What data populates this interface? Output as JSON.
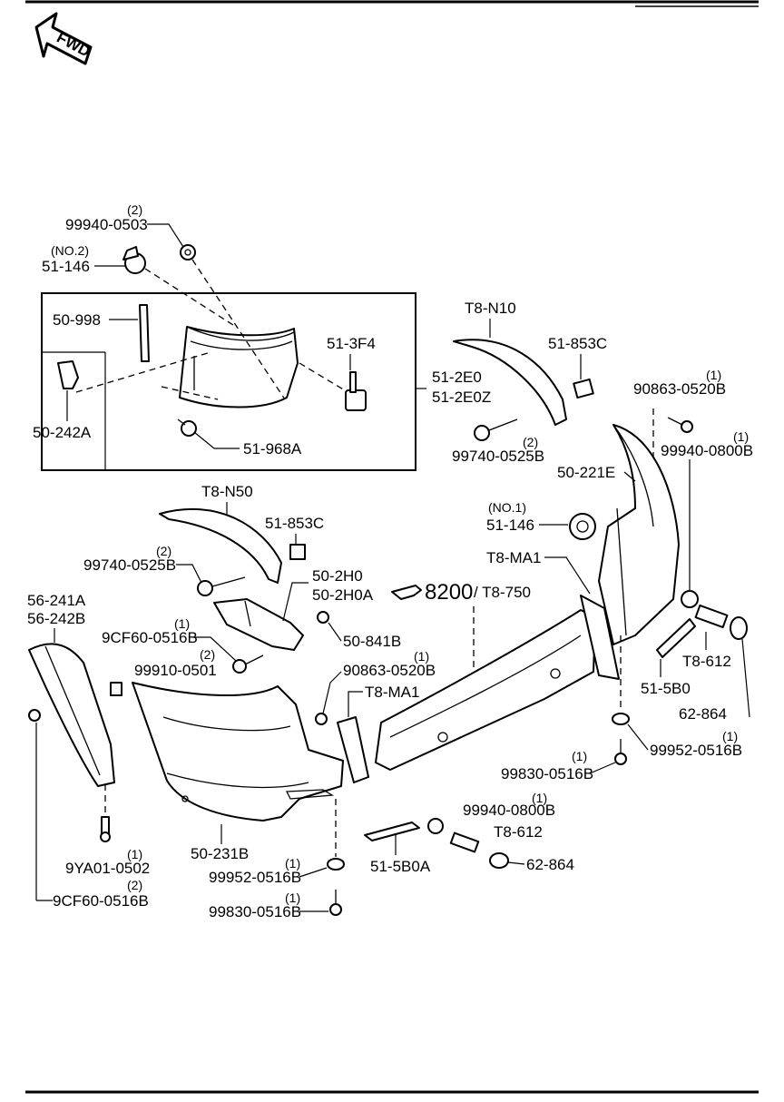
{
  "header": {
    "fwd_label": "FWD"
  },
  "labels": {
    "q_99940_0503": "(2)",
    "p_99940_0503": "99940-0503",
    "q_51_146_a": "(NO.2)",
    "p_51_146_a": "51-146",
    "p_50_998": "50-998",
    "p_51_3F4": "51-3F4",
    "p_51_2E0": "51-2E0",
    "p_51_2E0Z": "51-2E0Z",
    "p_50_242A": "50-242A",
    "p_51_968A": "51-968A",
    "p_T8_N10": "T8-N10",
    "p_51_853C_a": "51-853C",
    "q_90863_a": "(1)",
    "p_90863_a": "90863-0520B",
    "q_99740_a": "(2)",
    "p_99740_a": "99740-0525B",
    "q_99940_0800B_a": "(1)",
    "p_99940_0800B_a": "99940-0800B",
    "p_50_221E": "50-221E",
    "q_51_146_b": "(NO.1)",
    "p_51_146_b": "51-146",
    "p_T8_N50": "T8-N50",
    "p_51_853C_b": "51-853C",
    "q_99740_b": "(2)",
    "p_99740_b": "99740-0525B",
    "p_50_2H0": "50-2H0",
    "p_50_2H0A": "50-2H0A",
    "ref_8200": "8200",
    "ref_T8_750": "/ T8-750",
    "p_T8_MA1_a": "T8-MA1",
    "p_56_241A": "56-241A",
    "p_56_242B": "56-242B",
    "q_9CF60_a": "(1)",
    "p_9CF60_a": "9CF60-0516B",
    "p_50_841B": "50-841B",
    "q_99910": "(2)",
    "p_99910": "99910-0501",
    "q_90863_b": "(1)",
    "p_90863_b": "90863-0520B",
    "p_T8_MA1_b": "T8-MA1",
    "p_T8_612_a": "T8-612",
    "p_51_5B0": "51-5B0",
    "p_62_864_a": "62-864",
    "q_99952_a": "(1)",
    "p_99952_a": "99952-0516B",
    "q_99830_a": "(1)",
    "p_99830_a": "99830-0516B",
    "q_99940_0800B_b": "(1)",
    "p_99940_0800B_b": "99940-0800B",
    "p_T8_612_b": "T8-612",
    "p_50_231B": "50-231B",
    "p_51_5B0A": "51-5B0A",
    "p_62_864_b": "62-864",
    "q_9YA01": "(1)",
    "p_9YA01": "9YA01-0502",
    "q_9CF60_b": "(2)",
    "p_9CF60_b": "9CF60-0516B",
    "q_99952_b": "(1)",
    "p_99952_b": "99952-0516B",
    "q_99830_b": "(1)",
    "p_99830_b": "99830-0516B"
  }
}
